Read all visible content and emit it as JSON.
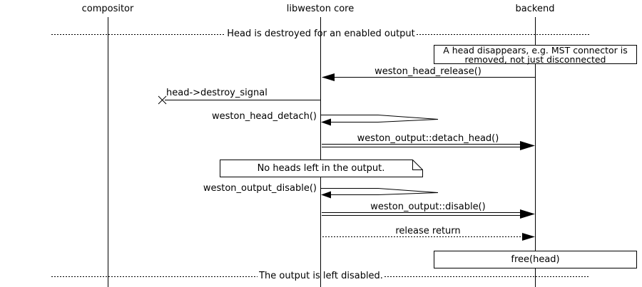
{
  "diagram": {
    "kind": "sequence-diagram",
    "actors": [
      {
        "name": "compositor"
      },
      {
        "name": "libweston core"
      },
      {
        "name": "backend"
      }
    ],
    "dividers": [
      {
        "label": "Head is destroyed for an enabled output"
      },
      {
        "label": "The output is left disabled."
      }
    ],
    "notes": [
      {
        "lines": [
          "A head disappears, e.g. MST connector is",
          "removed, not just disconnected"
        ],
        "anchor": "backend"
      },
      {
        "text": "No heads left in the output.",
        "anchor": "libweston core"
      },
      {
        "text": "free(head)",
        "anchor": "backend"
      }
    ],
    "messages": [
      {
        "label": "weston_head_release()",
        "from": "backend",
        "to": "libweston core",
        "type": "call"
      },
      {
        "label": "head->destroy_signal",
        "from": "libweston core",
        "to": "lost",
        "type": "lost-message"
      },
      {
        "label": "weston_head_detach()",
        "from": "libweston core",
        "to": "libweston core",
        "type": "self-call"
      },
      {
        "label": "weston_output::detach_head()",
        "from": "libweston core",
        "to": "backend",
        "type": "method-call"
      },
      {
        "label": "weston_output_disable()",
        "from": "libweston core",
        "to": "libweston core",
        "type": "self-call"
      },
      {
        "label": "weston_output::disable()",
        "from": "libweston core",
        "to": "backend",
        "type": "method-call"
      },
      {
        "label": "release return",
        "from": "libweston core",
        "to": "backend",
        "type": "return"
      }
    ],
    "colors": {
      "line": "#000000",
      "background": "#ffffff"
    }
  }
}
